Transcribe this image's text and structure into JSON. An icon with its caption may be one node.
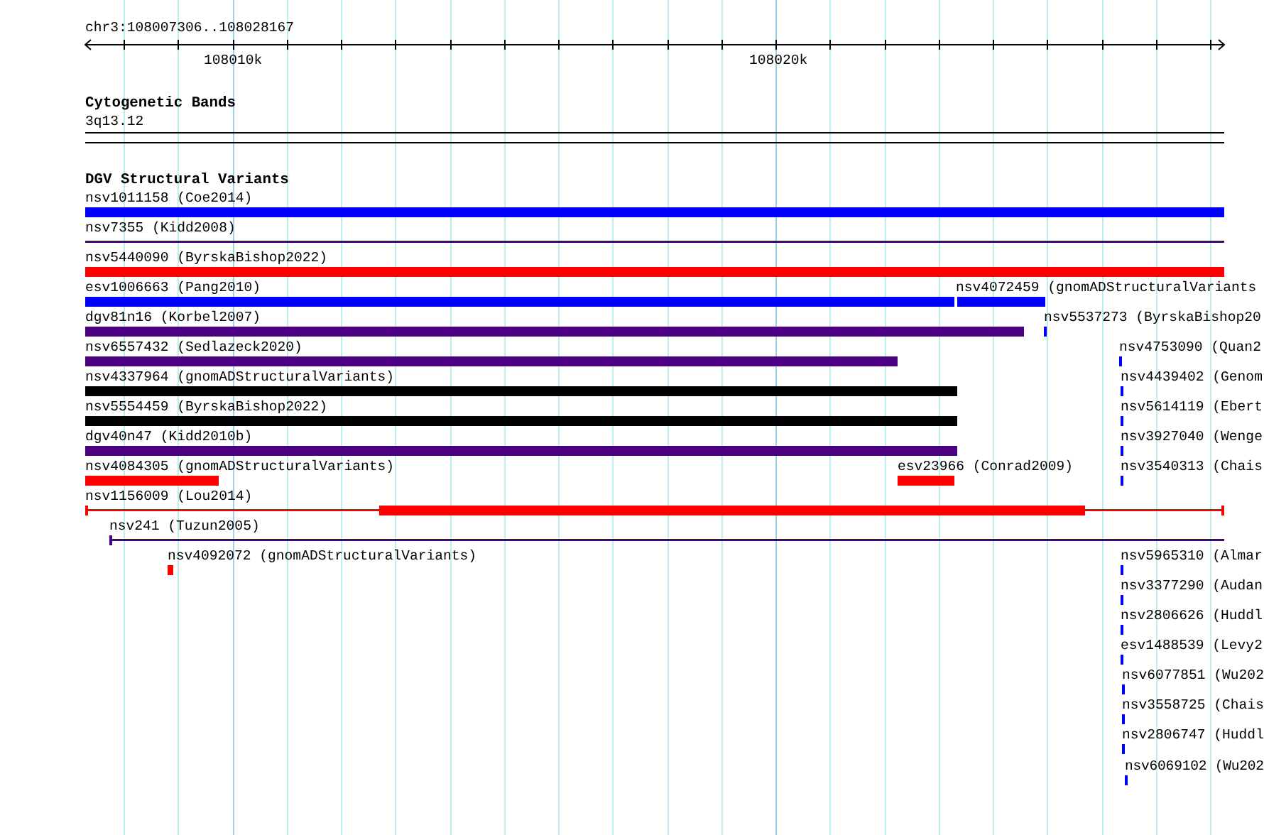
{
  "diagram": {
    "labels": [
      "chr3:108007306..108028167",
      "108010k",
      "108020k",
      "Cytogenetic Bands",
      "3q13.12",
      "DGV Structural Variants",
      "nsv1011158 (Coe2014)",
      "nsv7355 (Kidd2008)",
      "nsv5440090 (ByrskaBishop2022)",
      "esv1006663 (Pang2010)",
      "nsv4072459 (gnomADStructuralVariants",
      "dgv81n16 (Korbel2007)",
      "nsv5537273 (ByrskaBishop20",
      "nsv6557432 (Sedlazeck2020)",
      "nsv4753090 (Quan2",
      "nsv4337964 (gnomADStructuralVariants)",
      "nsv4439402 (Genom",
      "nsv5554459 (ByrskaBishop2022)",
      "nsv5614119 (Ebert",
      "dgv40n47 (Kidd2010b)",
      "nsv3927040 (Wenge",
      "nsv4084305 (gnomADStructuralVariants)",
      "esv23966 (Conrad2009)",
      "nsv3540313 (Chais",
      "nsv1156009 (Lou2014)",
      "nsv241 (Tuzun2005)",
      "nsv4092072 (gnomADStructuralVariants)",
      "nsv5965310 (Almar",
      "nsv3377290 (Audan",
      "nsv2806626 (Huddl",
      "esv1488539 (Levy2",
      "nsv6077851 (Wu202",
      "nsv3558725 (Chais",
      "nsv2806747 (Huddl",
      "nsv6069102 (Wu202"
    ]
  }
}
